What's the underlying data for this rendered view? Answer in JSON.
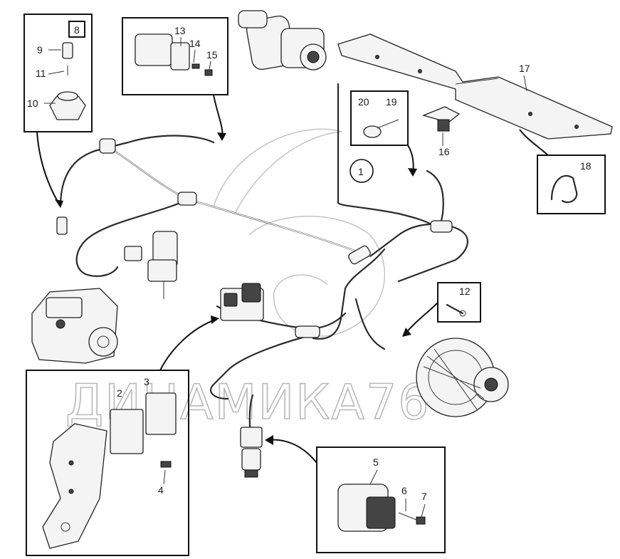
{
  "watermark": {
    "text": "ДИНАМИКА76"
  },
  "callouts": {
    "n1": "1",
    "n2": "2",
    "n3": "3",
    "n4": "4",
    "n5": "5",
    "n6": "6",
    "n7": "7",
    "n8": "8",
    "n9": "9",
    "n10": "10",
    "n11": "11",
    "n12": "12",
    "n13": "13",
    "n14": "14",
    "n15": "15",
    "n16": "16",
    "n17": "17",
    "n18": "18",
    "n19": "19",
    "n20": "20"
  },
  "colors": {
    "line": "#111111",
    "part_fill": "#f4f4f4",
    "watermark": "#b9b9b9"
  }
}
